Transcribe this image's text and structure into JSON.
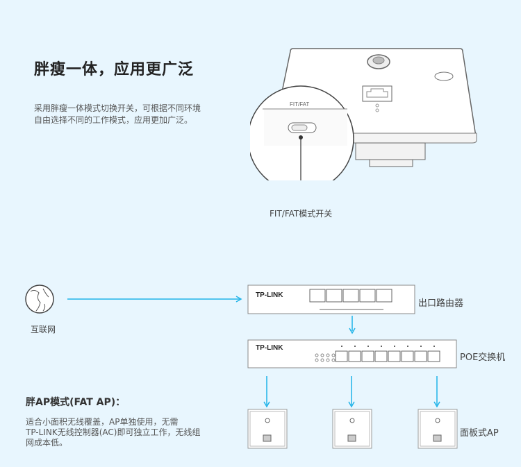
{
  "section1": {
    "title": "胖瘦一体，应用更广泛",
    "description_lines": [
      "采用胖瘦一体模式切换开关，可根据不同环境",
      "自由选择不同的工作模式，应用更加广泛。"
    ],
    "switch_panel_label": "FIT/FAT",
    "callout_label": "FIT/FAT模式开关"
  },
  "diagram": {
    "internet_label": "互联网",
    "router_brand": "TP-LINK",
    "router_label": "出口路由器",
    "switch_brand": "TP-LINK",
    "switch_label": "POE交换机",
    "ap_label": "面板式AP",
    "ap_count": 3,
    "arrow_color": "#1fb3e8"
  },
  "fat_ap": {
    "title": "胖AP模式(FAT AP)：",
    "description_lines": [
      "适合小面积无线覆盖，AP单独使用，无需",
      "TP-LINK无线控制器(AC)即可独立工作，无线组",
      "网成本低。"
    ]
  }
}
